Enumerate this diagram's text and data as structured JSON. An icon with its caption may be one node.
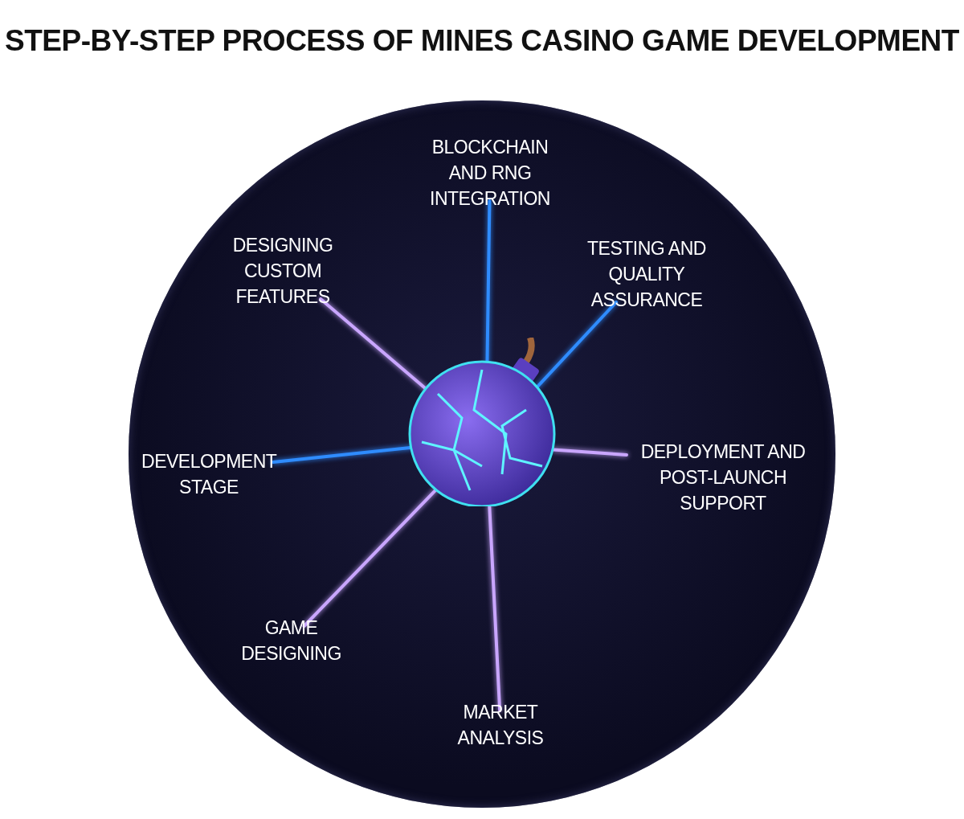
{
  "diagram": {
    "title": "STEP-BY-STEP PROCESS OF MINES CASINO GAME DEVELOPMENT",
    "nodes": [
      {
        "text": [],
        "shape": "circle"
      },
      {
        "text": [
          "BLOCKCHAIN AND RNG INTEGRATION"
        ],
        "in": 0
      },
      {
        "text": [
          "DESIGNING CUSTOM FEATURES"
        ],
        "in": 0
      },
      {
        "text": [
          "TESTING AND QUALITY ASSURANCE"
        ],
        "in": 0
      },
      {
        "text": [],
        "shape": "picture",
        "in": 0
      },
      {
        "text": [
          "DEVELOPMENT STAGE"
        ],
        "in": 0
      },
      {
        "text": [
          "DEPLOYMENT AND POST-LAUNCH SUPPORT"
        ],
        "in": 0
      },
      {
        "text": [
          "GAME DESIGNING"
        ],
        "in": 0
      },
      {
        "text": [
          "MARKET ANALYSIS"
        ],
        "in": 0
      }
    ],
    "edges": [
      {
        "from": 4,
        "to": 1,
        "arrow": "none",
        "color": "#2f8cff"
      },
      {
        "from": 4,
        "to": 2,
        "arrow": "none"
      },
      {
        "from": 4,
        "to": 3,
        "arrow": "none",
        "color": "#2f8cff"
      },
      {
        "from": 4,
        "to": 5,
        "arrow": "none",
        "color": "#2f8cff"
      },
      {
        "from": 4,
        "to": 6,
        "arrow": "none"
      },
      {
        "from": 4,
        "to": 7,
        "arrow": "none"
      },
      {
        "from": 4,
        "to": 8,
        "arrow": "none"
      }
    ]
  }
}
